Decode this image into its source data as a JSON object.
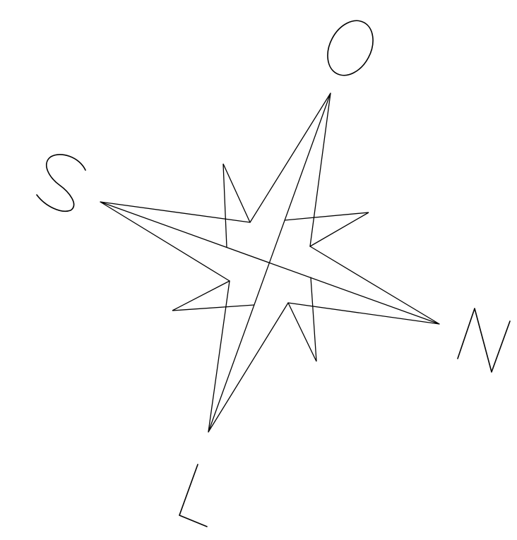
{
  "compass": {
    "labels": {
      "top": "O",
      "left": "S",
      "right": "N",
      "bottom": "L"
    },
    "line_color": "#000000",
    "background_color": "#ffffff"
  }
}
